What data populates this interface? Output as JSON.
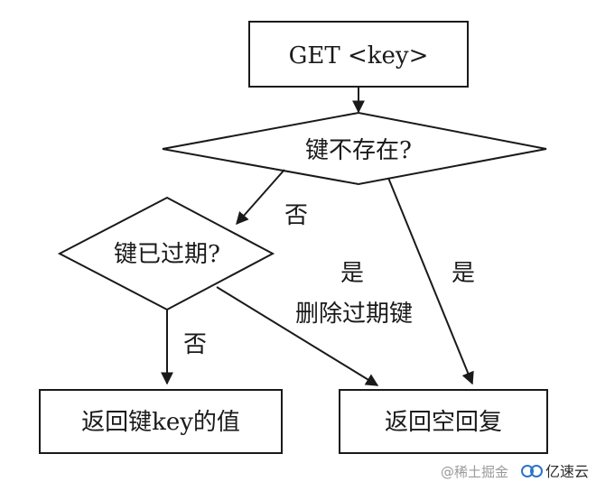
{
  "diagram": {
    "nodes": {
      "get_key": "GET <key>",
      "key_not_exist": "键不存在?",
      "key_expired": "键已过期?",
      "return_value": "返回键key的值",
      "return_empty": "返回空回复"
    },
    "edges": {
      "no_1": "否",
      "yes_1": "是",
      "yes_2": "是",
      "delete_expired": "删除过期键",
      "no_2": "否"
    }
  },
  "watermark": {
    "text": "@稀土掘金",
    "brand": "亿速云"
  }
}
